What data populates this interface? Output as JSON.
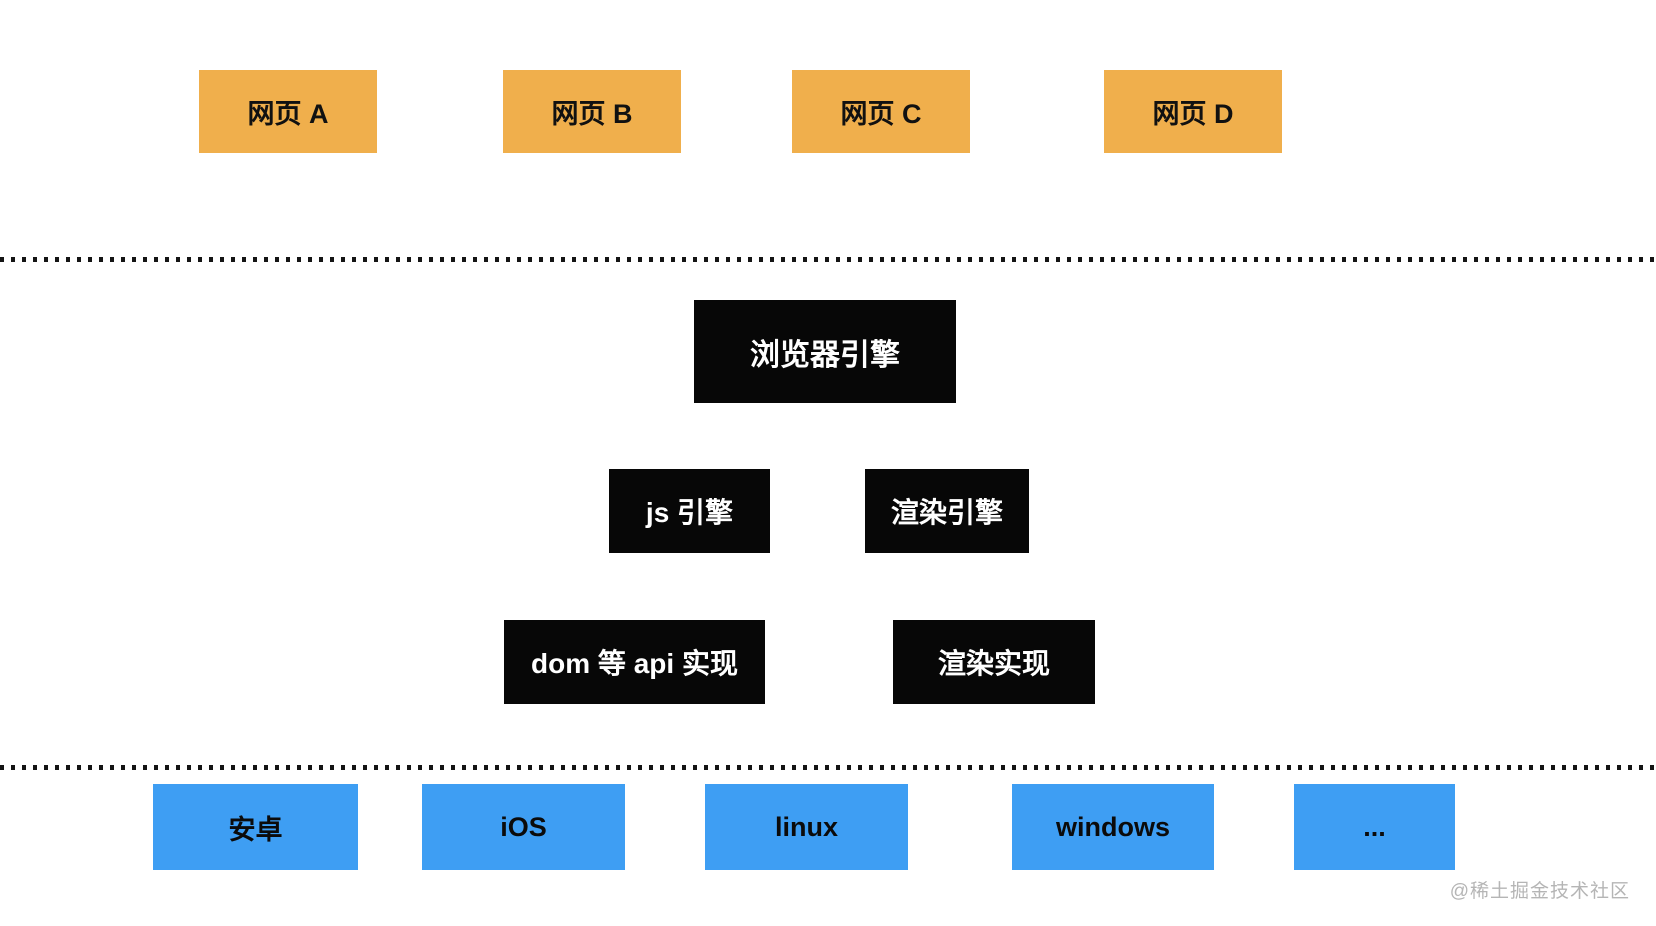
{
  "diagram": {
    "webpage_row": {
      "color": "#F0AF4C",
      "text_color": "#111111",
      "items": [
        {
          "label": "网页 A"
        },
        {
          "label": "网页 B"
        },
        {
          "label": "网页 C"
        },
        {
          "label": "网页 D"
        }
      ]
    },
    "browser_engine": {
      "label": "浏览器引擎"
    },
    "engine_row": {
      "items": [
        {
          "label": "js 引擎"
        },
        {
          "label": "渲染引擎"
        }
      ]
    },
    "impl_row": {
      "items": [
        {
          "label": "dom 等 api 实现"
        },
        {
          "label": "渲染实现"
        }
      ]
    },
    "platform_row": {
      "color": "#3E9EF3",
      "text_color": "#0b0b0b",
      "items": [
        {
          "label": "安卓"
        },
        {
          "label": "iOS"
        },
        {
          "label": "linux"
        },
        {
          "label": "windows"
        },
        {
          "label": "..."
        }
      ]
    },
    "black_box_color": "#070707",
    "black_box_text_color": "#ffffff",
    "watermark": "@稀土掘金技术社区"
  }
}
